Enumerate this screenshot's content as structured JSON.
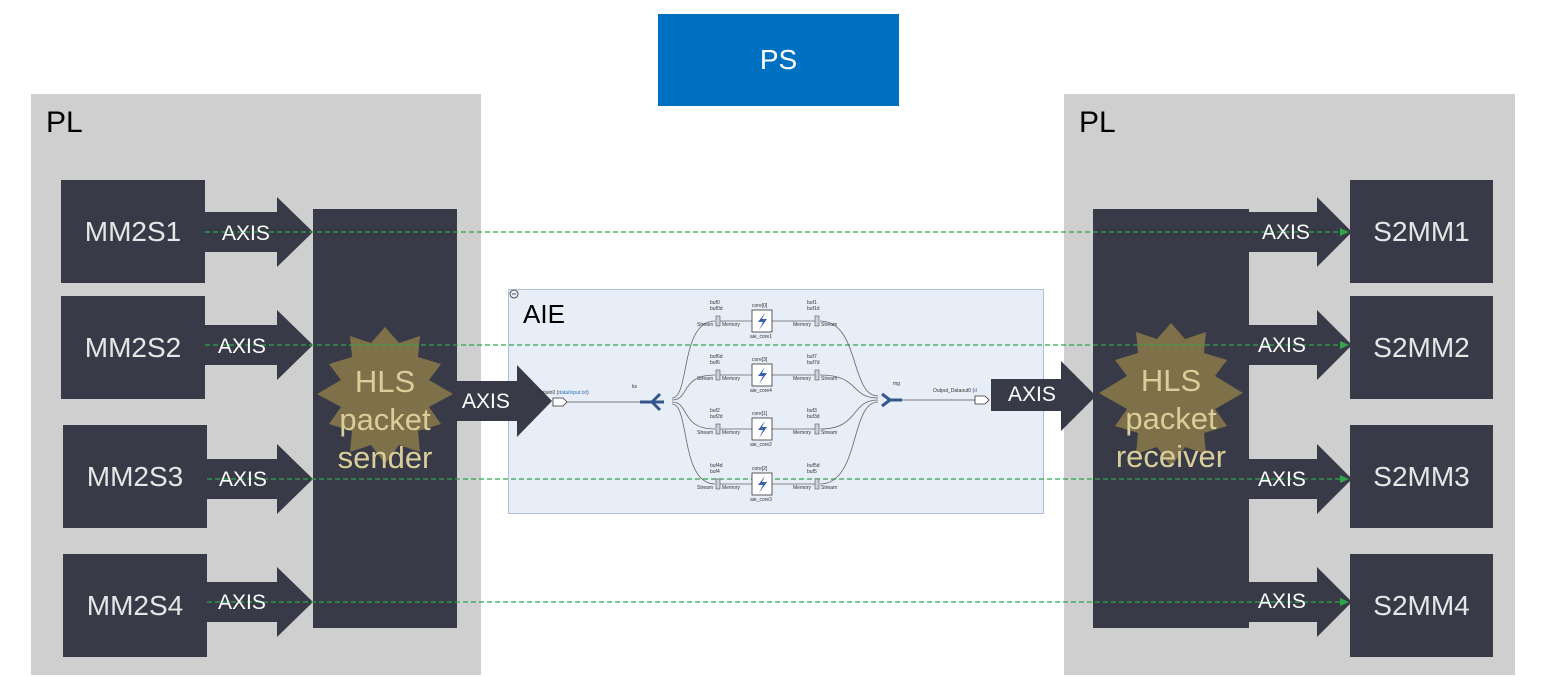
{
  "ps": {
    "label": "PS"
  },
  "pl_left": {
    "label": "PL"
  },
  "pl_right": {
    "label": "PL"
  },
  "mm2s": [
    "MM2S1",
    "MM2S2",
    "MM2S3",
    "MM2S4"
  ],
  "s2mm": [
    "S2MM1",
    "S2MM2",
    "S2MM3",
    "S2MM4"
  ],
  "axis_label": "AXIS",
  "sender": {
    "line1": "HLS",
    "line2": "packet",
    "line3": "sender"
  },
  "receiver": {
    "line1": "HLS",
    "line2": "packet",
    "line3": "receiver"
  },
  "aie": {
    "title": "AIE",
    "input_label": "Datain0 (",
    "input_file": "data/input.txt",
    "input_close": ")",
    "split_label": "ks",
    "merge_label": "mg",
    "output_label": "Output_Dataout0 (",
    "output_file": "d",
    "cores": [
      {
        "core": "core[0]",
        "kernel": "aie_core1",
        "in_bufs": [
          "buf0",
          "buf0d"
        ],
        "out_bufs": [
          "buf1",
          "buf1d"
        ]
      },
      {
        "core": "core[3]",
        "kernel": "aie_core4",
        "in_bufs": [
          "buf6d",
          "buf6"
        ],
        "out_bufs": [
          "buf7",
          "buf7d"
        ]
      },
      {
        "core": "core[1]",
        "kernel": "aie_core2",
        "in_bufs": [
          "buf2",
          "buf2d"
        ],
        "out_bufs": [
          "buf3",
          "buf3d"
        ]
      },
      {
        "core": "core[2]",
        "kernel": "aie_core3",
        "in_bufs": [
          "buf4d",
          "buf4"
        ],
        "out_bufs": [
          "buf5d",
          "buf5"
        ]
      }
    ],
    "stream_label": "Stream",
    "memory_label": "Memory"
  },
  "colors": {
    "region": "#cfcfcf",
    "box": "#383a47",
    "ps": "#0070c0",
    "star": "#7e714a",
    "star_text": "#d9cd9a",
    "dashed_line": "#2ea64a",
    "aie_bg": "#e8eef8"
  }
}
